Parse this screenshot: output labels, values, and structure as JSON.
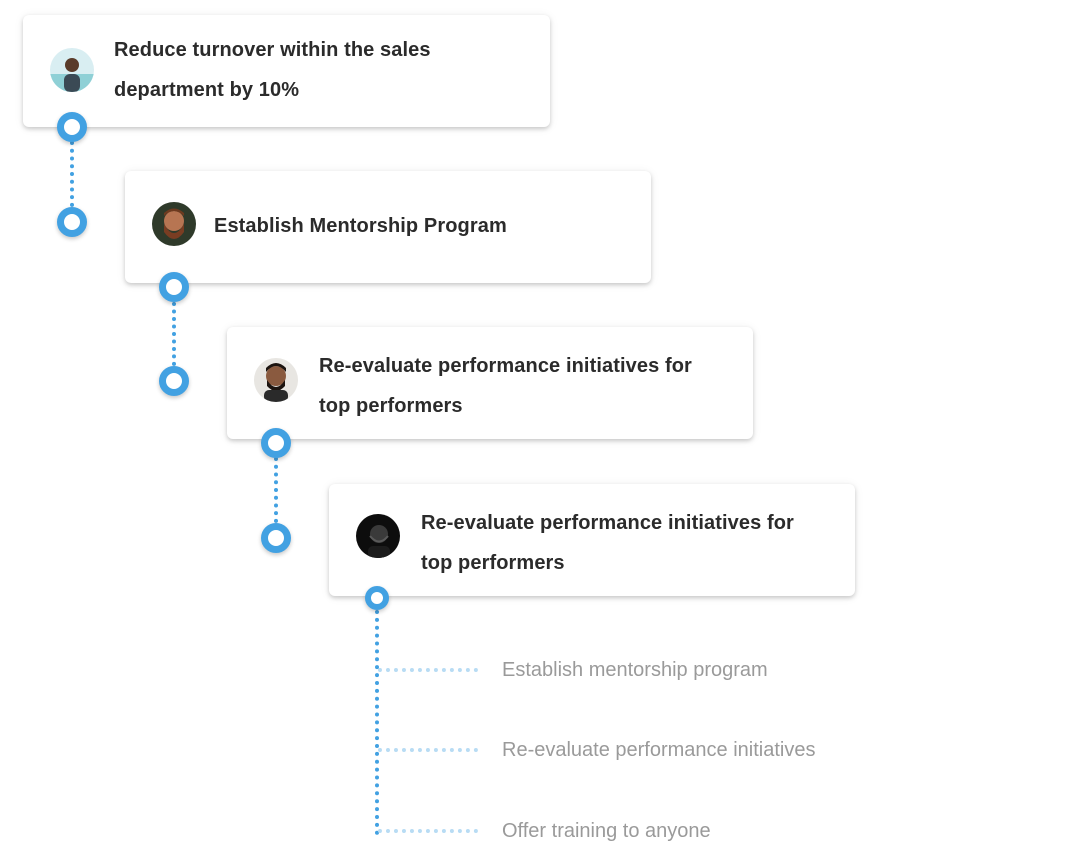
{
  "goals": [
    {
      "title": "Reduce turnover within the sales department by 10%",
      "line1": "Reduce turnover within the sales",
      "line2": "department by 10%"
    },
    {
      "title": "Establish Mentorship Program",
      "line1": "Establish Mentorship Program",
      "line2": ""
    },
    {
      "title": "Re-evaluate performance initiatives for top performers",
      "line1": "Re-evaluate performance initiatives for",
      "line2": "top performers"
    },
    {
      "title": "Re-evaluate performance initiatives for top performers",
      "line1": "Re-evaluate performance initiatives for",
      "line2": "top performers"
    }
  ],
  "sub_items": [
    {
      "label": "Establish mentorship program"
    },
    {
      "label": "Re-evaluate performance initiatives"
    },
    {
      "label": "Offer training to anyone"
    }
  ],
  "colors": {
    "node_blue": "#42a1e2",
    "sub_connector": "#b8dcf4",
    "title_text": "#2b2b2b",
    "sub_text": "#9a9a9a"
  },
  "icons": {
    "avatars": [
      "avatar-photo",
      "avatar-photo",
      "avatar-photo",
      "avatar-photo"
    ],
    "nodes": "circle-node-icon"
  }
}
